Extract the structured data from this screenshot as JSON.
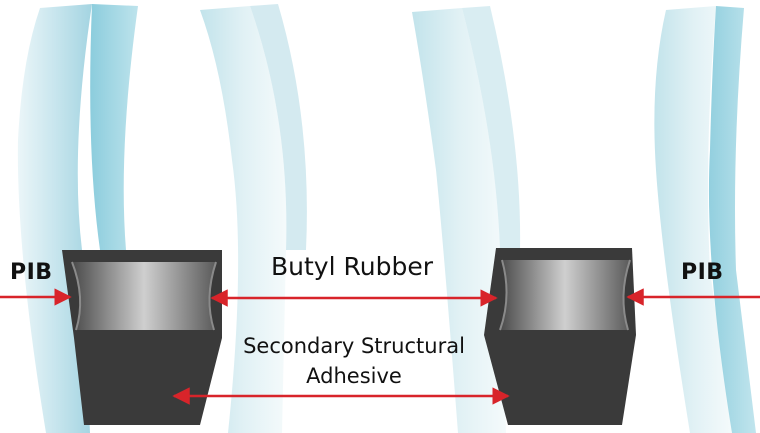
{
  "labels": {
    "pib_left": "PIB",
    "pib_right": "PIB",
    "butyl_rubber": "Butyl Rubber",
    "secondary_line1": "Secondary Structural",
    "secondary_line2": "Adhesive"
  },
  "colors": {
    "arrow": "#d8242a",
    "sealant_dark": "#3a3a3a",
    "glass_edge": "#7fc7d9",
    "glass_face": "#d8edf2",
    "text": "#111111"
  }
}
